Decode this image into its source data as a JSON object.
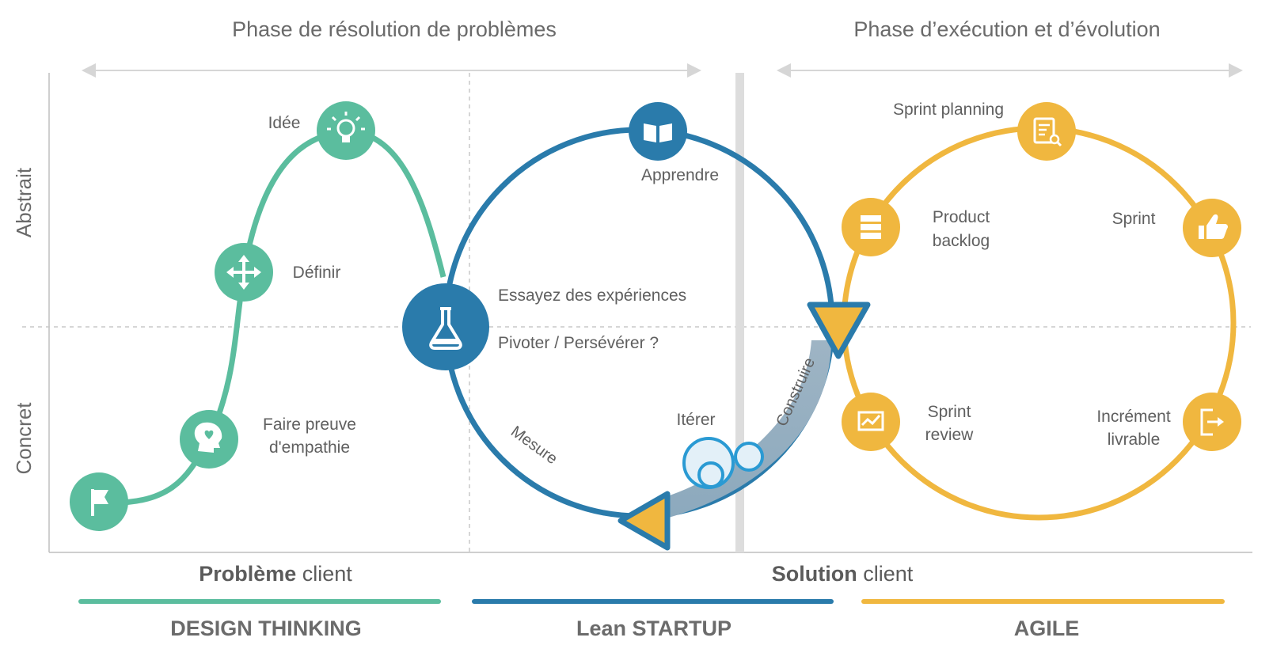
{
  "phases": {
    "left": "Phase de résolution de problèmes",
    "right": "Phase d’exécution et d’évolution"
  },
  "axis": {
    "top": "Abstrait",
    "bottom": "Concret"
  },
  "design_thinking": {
    "ideate": "Idée",
    "define": "Définir",
    "empathize_1": "Faire preuve",
    "empathize_2": "d'empathie"
  },
  "lean": {
    "learn": "Apprendre",
    "experiments": "Essayez des expériences",
    "pivot": "Pivoter / Persévérer ?",
    "measure": "Mesure",
    "iterate": "Itérer",
    "build": "Construire"
  },
  "agile": {
    "sprint_planning": "Sprint planning",
    "backlog_1": "Product",
    "backlog_2": "backlog",
    "sprint": "Sprint",
    "review_1": "Sprint",
    "review_2": "review",
    "increment_1": "Incrément",
    "increment_2": "livrable"
  },
  "bottom": {
    "problem_bold": "Problème",
    "problem_rest": " client",
    "solution_bold": "Solution",
    "solution_rest": " client",
    "method_1": "DESIGN THINKING",
    "method_2": "Lean STARTUP",
    "method_3": "AGILE"
  },
  "colors": {
    "green": "#5bbd9e",
    "blue": "#2a7bab",
    "yellow": "#f0b73f",
    "grey": "#8a8a8a"
  },
  "icons": [
    "flag-icon",
    "heart-head-icon",
    "move-arrows-icon",
    "lightbulb-icon",
    "book-icon",
    "flask-icon",
    "list-icon",
    "thumbs-up-icon",
    "chart-icon",
    "export-icon",
    "document-search-icon"
  ]
}
